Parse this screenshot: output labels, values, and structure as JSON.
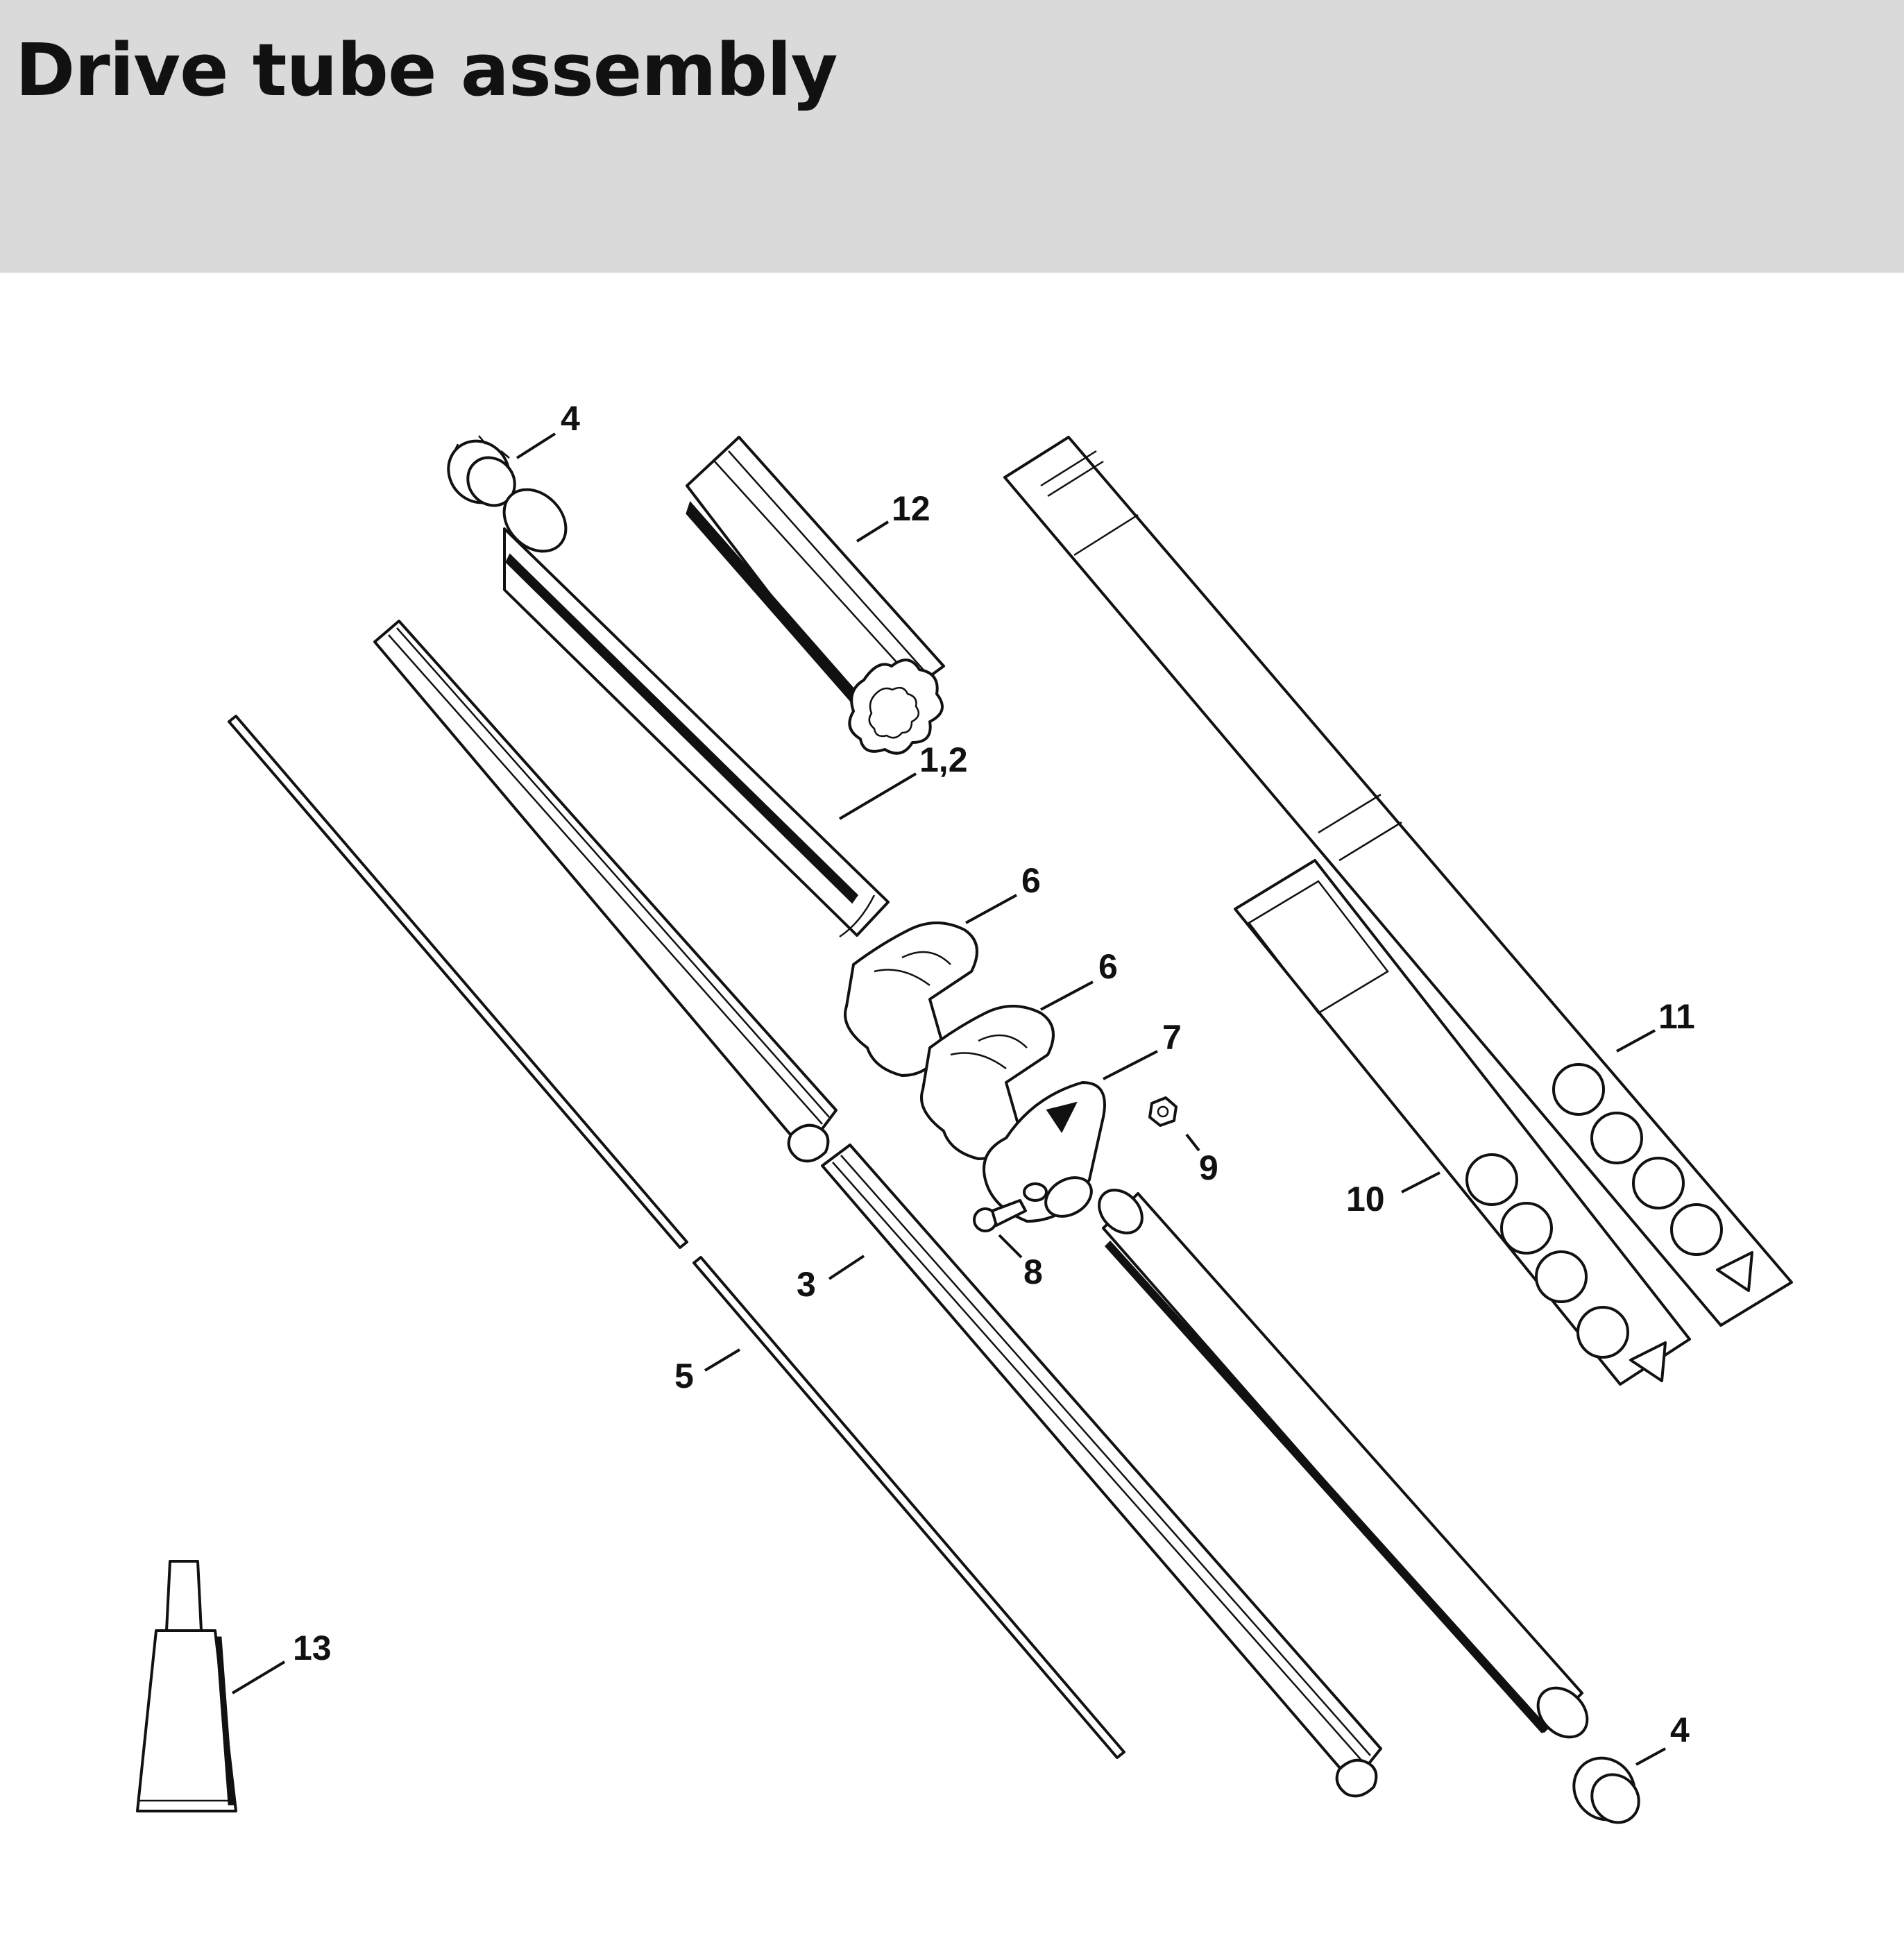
{
  "header": {
    "title": "Drive tube assembly"
  },
  "callouts": [
    {
      "id": "callout-4-top",
      "text": "4"
    },
    {
      "id": "callout-12",
      "text": "12"
    },
    {
      "id": "callout-1-2",
      "text": "1,2"
    },
    {
      "id": "callout-6-a",
      "text": "6"
    },
    {
      "id": "callout-6-b",
      "text": "6"
    },
    {
      "id": "callout-7",
      "text": "7"
    },
    {
      "id": "callout-9",
      "text": "9"
    },
    {
      "id": "callout-8",
      "text": "8"
    },
    {
      "id": "callout-3",
      "text": "3"
    },
    {
      "id": "callout-5",
      "text": "5"
    },
    {
      "id": "callout-10",
      "text": "10"
    },
    {
      "id": "callout-11",
      "text": "11"
    },
    {
      "id": "callout-13",
      "text": "13"
    },
    {
      "id": "callout-4-bottom",
      "text": "4"
    }
  ],
  "colors": {
    "header_bg": "#d9dad9",
    "line": "#111111"
  }
}
